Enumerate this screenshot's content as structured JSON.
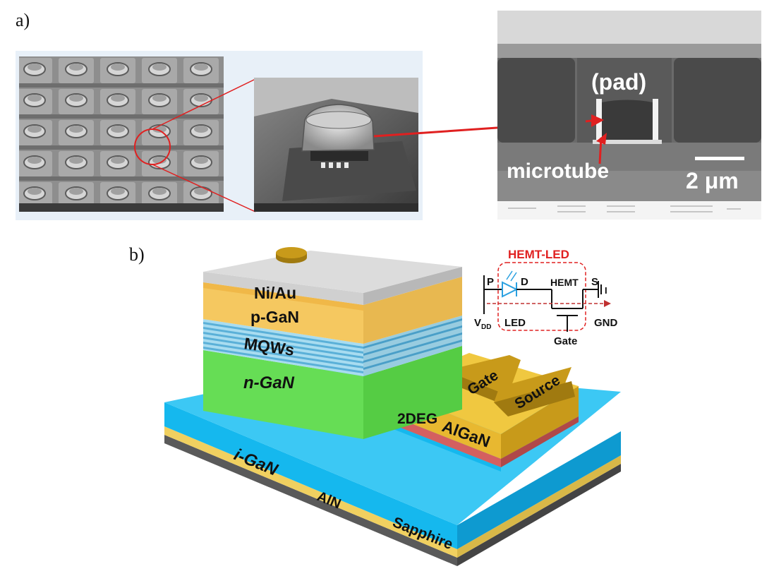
{
  "panels": {
    "a_label": "a)",
    "b_label": "b)"
  },
  "sem": {
    "pad_label": "(pad)",
    "microtube_label": "microtube",
    "scale_label": "2 μm"
  },
  "device": {
    "layers": {
      "ni_au": "Ni/Au",
      "p_gan": "p-GaN",
      "mqws": "MQWs",
      "n_gan": "n-GaN",
      "i_gan": "i-GaN",
      "aln": "AlN",
      "sapphire": "Sapphire",
      "two_deg": "2DEG",
      "algan": "AlGaN",
      "gate": "Gate",
      "source": "Source"
    }
  },
  "circuit": {
    "title": "HEMT-LED",
    "p": "P",
    "d": "D",
    "hemt": "HEMT",
    "s": "S",
    "vdd_main": "V",
    "vdd_sub": "DD",
    "led": "LED",
    "gnd": "GND",
    "gate": "Gate",
    "current": "I"
  },
  "colors": {
    "circuit_accent": "#e02020",
    "led_symbol": "#2aa0e0",
    "ni_au_top": "#d8d8d8",
    "p_gan": "#f5c860",
    "mqw_blue": "#5ab0d8",
    "n_gan": "#66dd55",
    "i_gan": "#15b8ee",
    "aln": "#f0d060",
    "sapphire": "#555555",
    "gold_contact": "#c89a1a",
    "two_deg": "#d46060"
  }
}
